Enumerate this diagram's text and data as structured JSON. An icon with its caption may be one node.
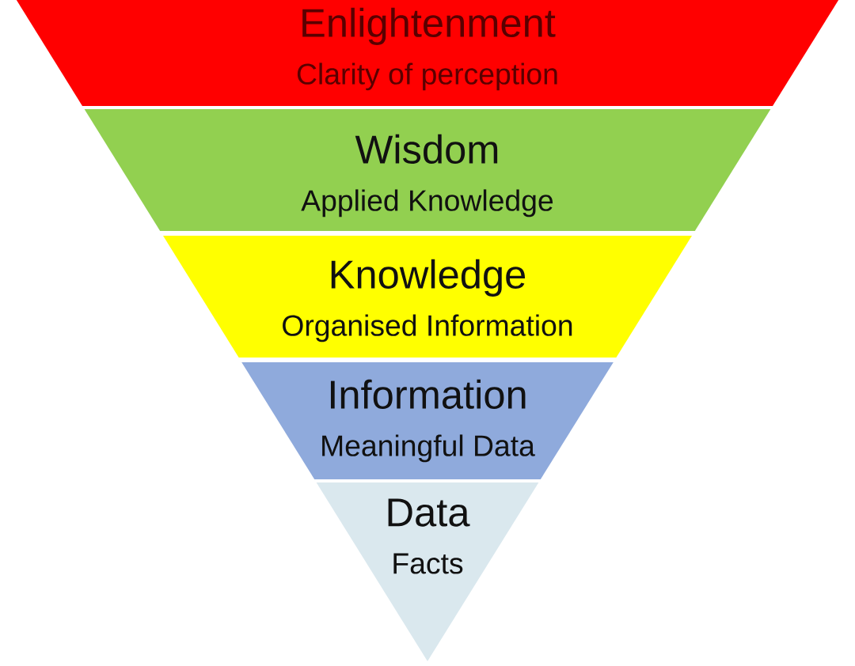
{
  "diagram": {
    "nodes": [
      {
        "text": [
          "Enlightenment",
          "Clarity of perception"
        ]
      },
      {
        "text": [
          "Wisdom",
          "Applied Knowledge"
        ]
      },
      {
        "text": [
          "Knowledge",
          "Organised Information"
        ]
      },
      {
        "text": [
          "Information",
          "Meaningful Data"
        ]
      },
      {
        "text": [
          "Data",
          "Facts"
        ]
      }
    ]
  }
}
